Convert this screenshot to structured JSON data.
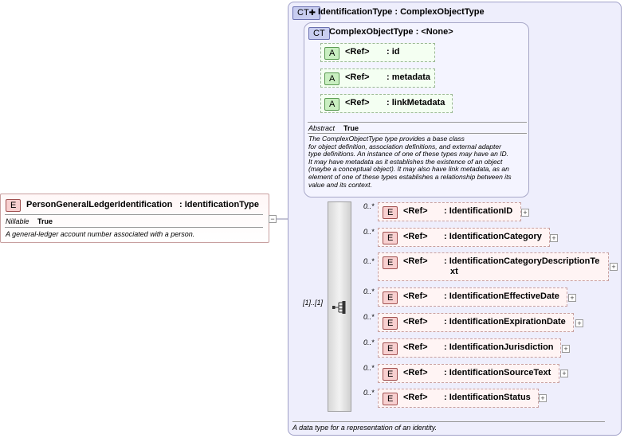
{
  "element": {
    "badge": "E",
    "name": "PersonGeneralLedgerIdentification",
    "type": ": IdentificationType",
    "nillable_label": "Nillable",
    "nillable_value": "True",
    "description": "A general-ledger account number associated with a person.",
    "collapse_symbol": "−"
  },
  "type_box": {
    "badge": "CT",
    "title": "IdentificationType : ComplexObjectType",
    "footer": "A data type for a representation of an identity."
  },
  "base_box": {
    "badge": "CT",
    "title": "ComplexObjectType : <None>",
    "attributes": [
      {
        "badge": "A",
        "ref": "<Ref>",
        "name": ": id"
      },
      {
        "badge": "A",
        "ref": "<Ref>",
        "name": ": metadata"
      },
      {
        "badge": "A",
        "ref": "<Ref>",
        "name": ": linkMetadata"
      }
    ],
    "abstract_label": "Abstract",
    "abstract_value": "True",
    "description_lines": [
      "The ComplexObjectType type provides a base class",
      "for object definition, association definitions, and external adapter",
      "type definitions. An instance of one of these types may have an ID.",
      "It may have metadata as it establishes the existence of an object",
      "(maybe a conceptual object). It may also have link metadata, as an",
      "element of one of these types establishes a relationship between its",
      "value and its context."
    ]
  },
  "sequence": {
    "occurrence": "[1]..[1]"
  },
  "children": [
    {
      "occ": "0..*",
      "badge": "E",
      "ref": "<Ref>",
      "name": ": IdentificationID",
      "name2": ""
    },
    {
      "occ": "0..*",
      "badge": "E",
      "ref": "<Ref>",
      "name": ": IdentificationCategory",
      "name2": ""
    },
    {
      "occ": "0..*",
      "badge": "E",
      "ref": "<Ref>",
      "name": ": IdentificationCategoryDescriptionTe",
      "name2": "xt"
    },
    {
      "occ": "0..*",
      "badge": "E",
      "ref": "<Ref>",
      "name": ": IdentificationEffectiveDate",
      "name2": ""
    },
    {
      "occ": "0..*",
      "badge": "E",
      "ref": "<Ref>",
      "name": ": IdentificationExpirationDate",
      "name2": ""
    },
    {
      "occ": "0..*",
      "badge": "E",
      "ref": "<Ref>",
      "name": ": IdentificationJurisdiction",
      "name2": ""
    },
    {
      "occ": "0..*",
      "badge": "E",
      "ref": "<Ref>",
      "name": ": IdentificationSourceText",
      "name2": ""
    },
    {
      "occ": "0..*",
      "badge": "E",
      "ref": "<Ref>",
      "name": ": IdentificationStatus",
      "name2": ""
    }
  ],
  "expand_symbol": "+"
}
